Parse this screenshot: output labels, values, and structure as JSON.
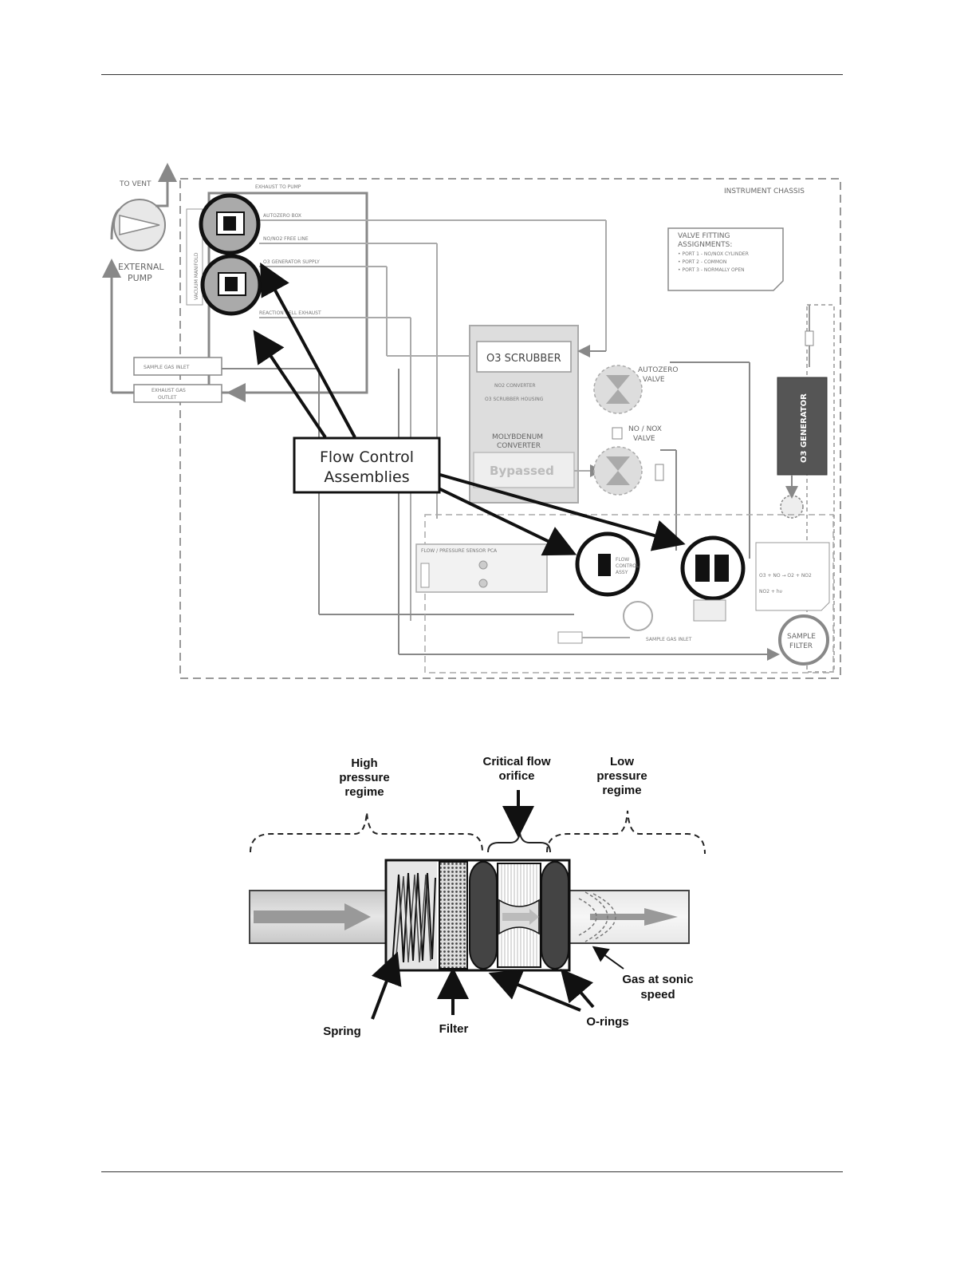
{
  "diagram1": {
    "to_vent": "TO VENT",
    "external_pump": [
      "EXTERNAL",
      "PUMP"
    ],
    "exhaust_to_pump": "EXHAUST TO PUMP",
    "instrument_chassis": "INSTRUMENT CHASSIS",
    "vacuum_manifold": "VACUUM MANIFOLD",
    "manifold_lines": [
      "AUTOZERO BOX",
      "NO/NO2 FREE LINE",
      "O3 GENERATOR SUPPLY",
      "REACTION CELL EXHAUST"
    ],
    "valve_fitting": [
      "VALVE FITTING",
      "ASSIGNMENTS:",
      "• PORT 1 - NO/NOX CYLINDER",
      "• PORT 2 - COMMON",
      "• PORT 3 - NORMALLY OPEN"
    ],
    "o3_scrubber": "O3 SCRUBBER",
    "scrubber_sub": [
      "NO2 CONVERTER",
      "O3 SCRUBBER HOUSING"
    ],
    "moly": [
      "MOLYBDENUM",
      "CONVERTER"
    ],
    "bypassed": "Bypassed",
    "autozero_valve": [
      "AUTOZERO",
      "VALVE"
    ],
    "nonox_valve": [
      "NO / NOX",
      "VALVE"
    ],
    "o3_generator": "O3 GENERATOR",
    "flow_control_label": [
      "Flow Control",
      "Assemblies"
    ],
    "flow_pressure_pca": "FLOW / PRESSURE SENSOR PCA",
    "sample_filter": [
      "SAMPLE",
      "FILTER"
    ],
    "exhaust_gas_outlet": [
      "EXHAUST GAS",
      "OUTLET"
    ],
    "sample_gas_inlet": "SAMPLE GAS INLET",
    "flow_control_assy": [
      "FLOW",
      "CONTROL",
      "ASSY"
    ],
    "reaction": [
      "O3 + NO → O2 + NO2",
      "NO2 + hν"
    ]
  },
  "diagram2": {
    "high_pressure": [
      "High",
      "pressure",
      "regime"
    ],
    "critical_flow": [
      "Critical flow",
      "orifice"
    ],
    "low_pressure": [
      "Low",
      "pressure",
      "regime"
    ],
    "spring": "Spring",
    "filter": "Filter",
    "o_rings": "O-rings",
    "gas_sonic": [
      "Gas at sonic",
      "speed"
    ]
  }
}
